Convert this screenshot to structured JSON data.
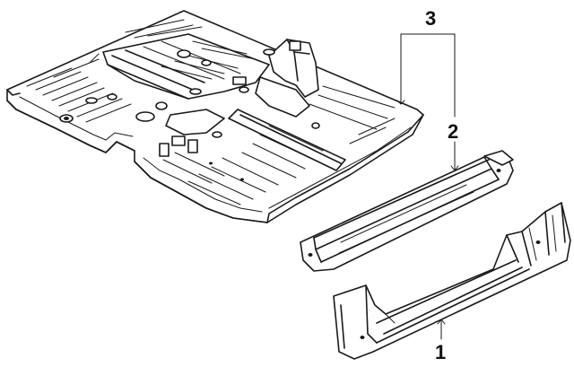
{
  "callouts": {
    "part_1": "1",
    "part_2": "2",
    "part_3": "3"
  },
  "colors": {
    "line": "#1a1a1a",
    "background": "#ffffff"
  }
}
